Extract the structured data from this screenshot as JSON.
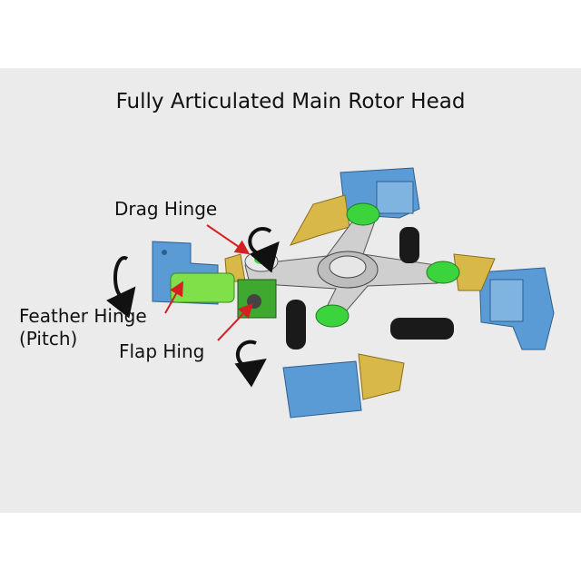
{
  "title": "Fully Articulated Main Rotor Head",
  "labels": {
    "drag_hinge": "Drag Hinge",
    "feather_hinge": "Feather Hinge",
    "feather_hinge_sub": "(Pitch)",
    "flap_hinge": "Flap Hing"
  },
  "colors": {
    "background": "#ebebeb",
    "grip_blue": "#5b9bd5",
    "hub_gray": "#c8c8c8",
    "bearing_green": "#5ce65c",
    "bracket_gold": "#d9b84a",
    "arrow_red": "#d42020"
  }
}
